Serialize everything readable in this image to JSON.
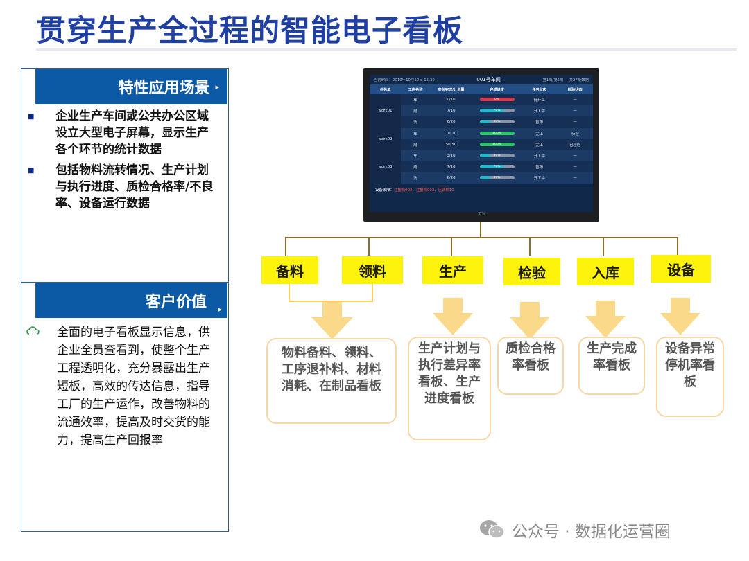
{
  "title": "贯穿生产全过程的智能电子看板",
  "left_panel": {
    "section1": {
      "header": "特性应用场景",
      "bullets": [
        "企业生产车间或公共办公区域设立大型电子屏幕，显示生产各个环节的统计数据",
        "包括物料流转情况、生产计划与执行进度、质检合格率/不良率、设备运行数据"
      ]
    },
    "section2": {
      "header": "客户价值",
      "text": "全面的电子看板显示信息，供企业全员查看到，使整个生产工程透明化，充分暴露出生产短板，高效的传达信息，指导工厂的生产运作，改善物料的流通效率，提高及时交货的能力，提高生产回报率"
    }
  },
  "screen": {
    "datetime": "当前时间：2019年10月10日 15:30",
    "workshop": "001号车间",
    "top_right": [
      "第1周/第5周",
      "共27条数据"
    ],
    "columns": [
      "任务单",
      "工序名称",
      "实际完成/计划量",
      "完成进度",
      "任务状态",
      "检验状态"
    ],
    "groups": [
      {
        "task": "work01",
        "rows": [
          {
            "process": "车",
            "qty": "0/10",
            "progress": 0,
            "progress_label": "0%",
            "bar_color": "#d8364a",
            "status": "待开工",
            "status_red": false,
            "inspect": "—",
            "inspect_red": false
          },
          {
            "process": "磨",
            "qty": "7/10",
            "progress": 70,
            "progress_label": "70%",
            "bar_color": "#29b6c8",
            "status": "开工中",
            "status_red": false,
            "inspect": "—",
            "inspect_red": false
          },
          {
            "process": "洗",
            "qty": "6/20",
            "progress": 30,
            "progress_label": "30%",
            "bar_color": "#29b6c8",
            "status": "暂停",
            "status_red": true,
            "inspect": "—",
            "inspect_red": false
          }
        ]
      },
      {
        "task": "work02",
        "rows": [
          {
            "process": "车",
            "qty": "10/10",
            "progress": 100,
            "progress_label": "100%",
            "bar_color": "#2ec267",
            "status": "完工",
            "status_red": false,
            "inspect": "待检",
            "inspect_red": true
          },
          {
            "process": "磨",
            "qty": "50/50",
            "progress": 100,
            "progress_label": "100%",
            "bar_color": "#2ec267",
            "status": "完工",
            "status_red": false,
            "inspect": "已检验",
            "inspect_red": false
          }
        ]
      },
      {
        "task": "work03",
        "rows": [
          {
            "process": "车",
            "qty": "3/10",
            "progress": 30,
            "progress_label": "30%",
            "bar_color": "#29b6c8",
            "status": "开工中",
            "status_red": false,
            "inspect": "—",
            "inspect_red": false
          },
          {
            "process": "磨",
            "qty": "7/10",
            "progress": 70,
            "progress_label": "70%",
            "bar_color": "#29b6c8",
            "status": "暂停",
            "status_red": true,
            "inspect": "—",
            "inspect_red": false
          },
          {
            "process": "洗",
            "qty": "6/20",
            "progress": 30,
            "progress_label": "30%",
            "bar_color": "#29b6c8",
            "status": "开工中",
            "status_red": false,
            "inspect": "—",
            "inspect_red": false
          }
        ]
      }
    ],
    "fault_label": "设备故障：",
    "fault_values": "注塑机002，注塑机003，压铸机10",
    "brand": "TCL"
  },
  "categories": [
    "备料",
    "领料",
    "生产",
    "检验",
    "入库",
    "设备"
  ],
  "boards": [
    "物料备料、领料、\n工序退补料、材料\n消耗、在制品看板",
    "生产计划与\n执行差异率\n看板、生产\n进度看板",
    "质检合格\n率看板",
    "生产完成\n率看板",
    "设备异常\n停机率看\n板"
  ],
  "watermark": "公众号 · 数据化运营圈",
  "colors": {
    "title": "#1f3fa3",
    "panel_header": "#0c5aa6",
    "category_fill": "#fef30a",
    "arrow": "#fbd98a",
    "tree_line": "#8b6d2c"
  },
  "icons": {
    "bullet": "square-bullet-icon",
    "value": "cloud-outline-icon",
    "watermark": "wechat-icon"
  }
}
